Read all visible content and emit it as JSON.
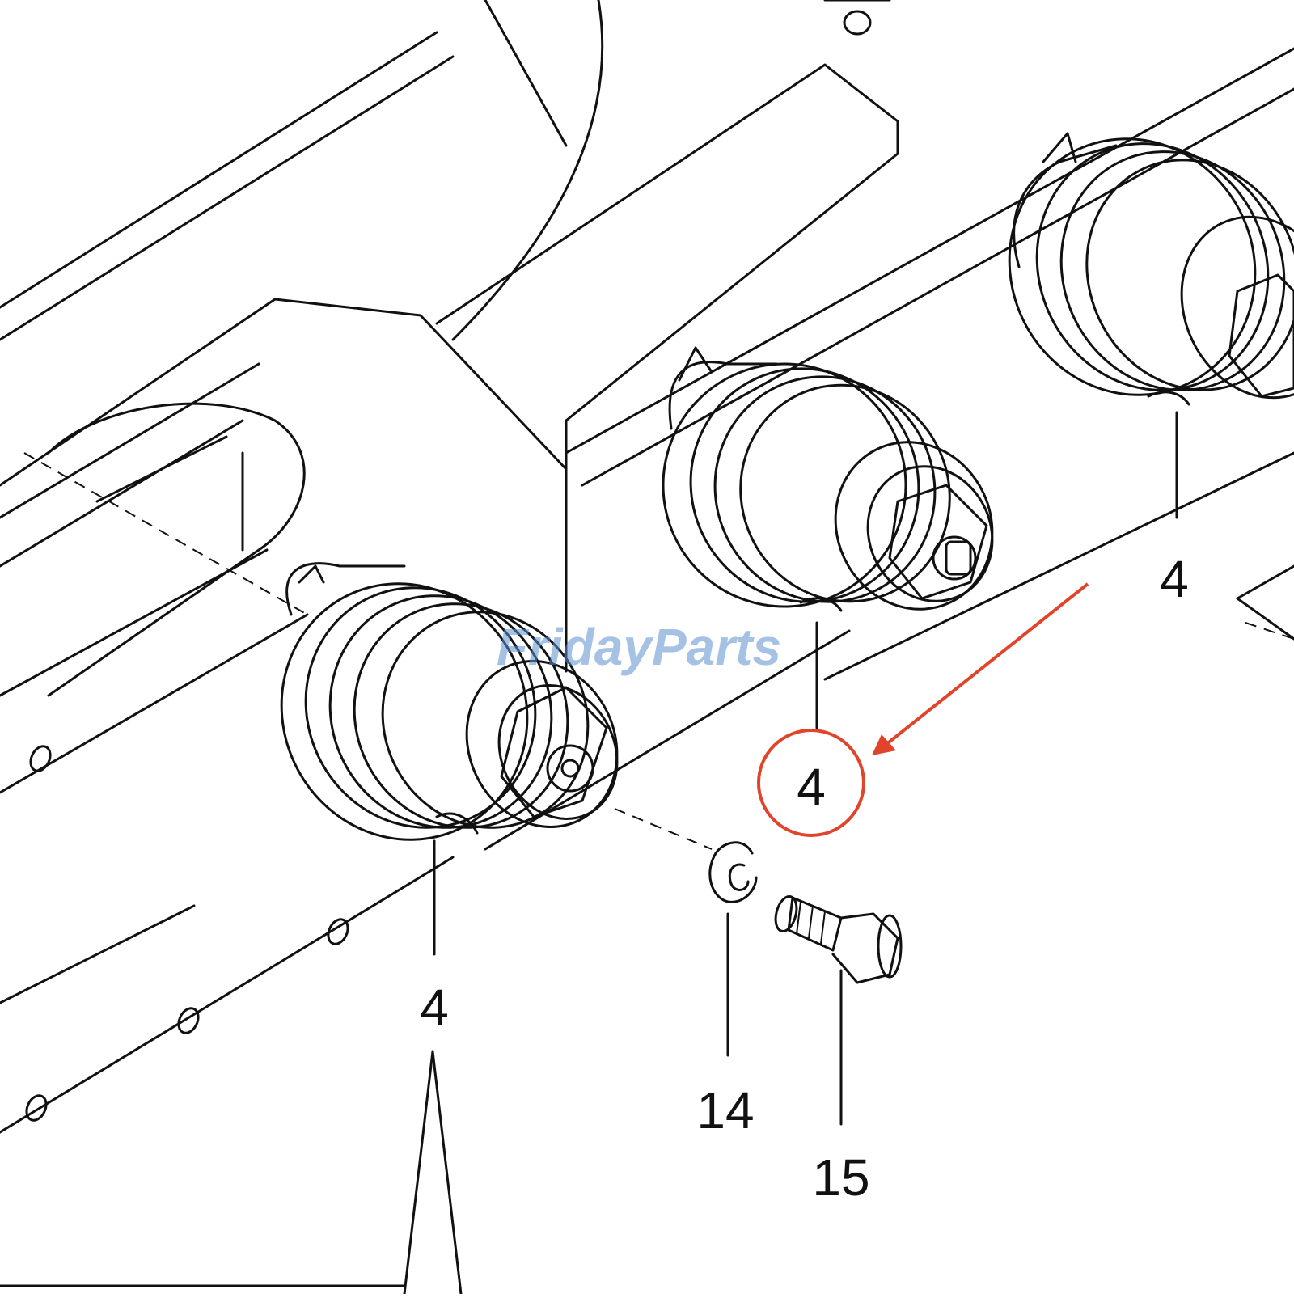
{
  "callouts": {
    "roller_lower_left": "4",
    "roller_center": "4",
    "roller_center_highlighted": "4",
    "roller_right": "4",
    "snap_ring": "14",
    "bolt": "15"
  },
  "watermark": "FridayParts",
  "colors": {
    "line": "#111111",
    "highlight": "#e0442b",
    "watermark": "#5b8fd0",
    "background": "#ffffff"
  }
}
